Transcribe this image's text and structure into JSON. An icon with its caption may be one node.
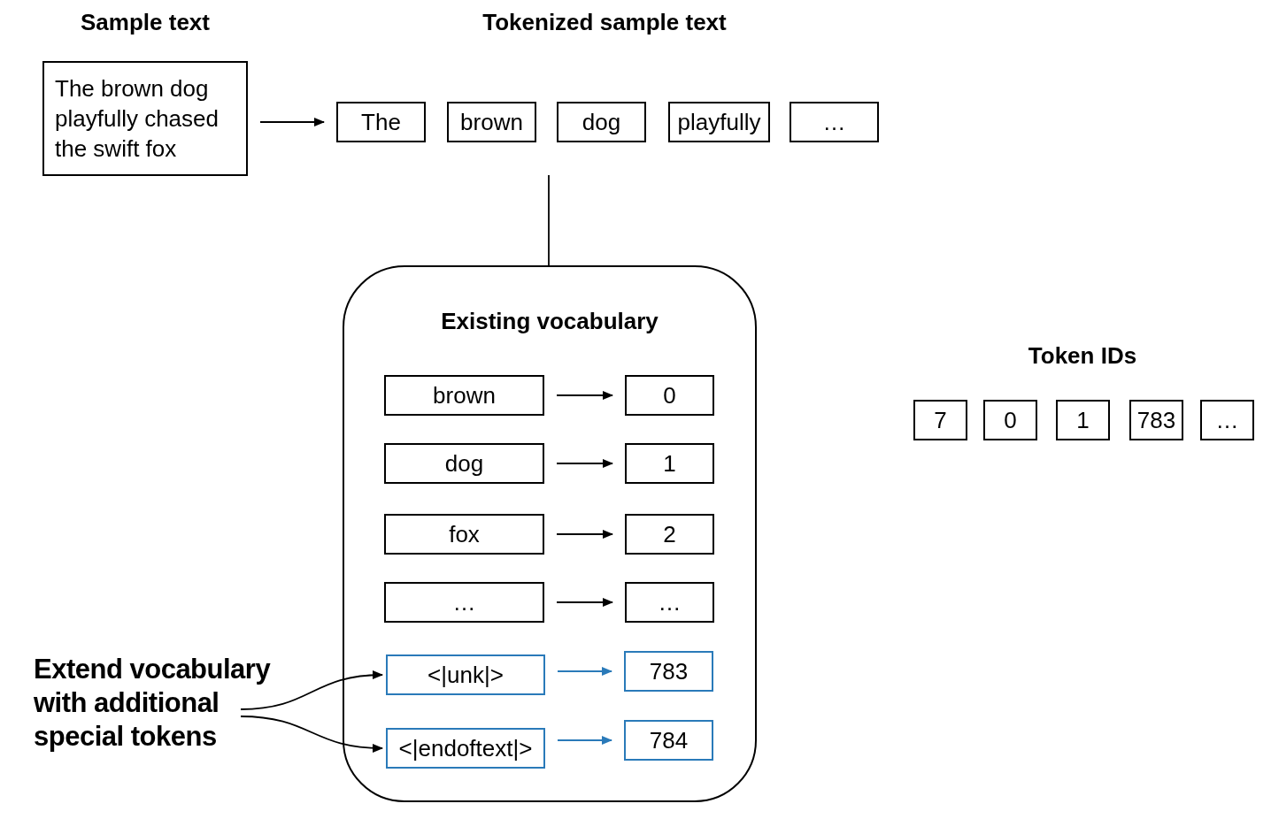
{
  "diagram": {
    "nodes": [
      {
        "text": [
          "Sample text",
          "The brown dog playfully chased the swift fox"
        ]
      },
      {
        "text": [
          "The"
        ]
      },
      {
        "text": [
          "brown"
        ]
      },
      {
        "text": [
          "dog"
        ]
      },
      {
        "text": [
          "playfully"
        ]
      },
      {
        "text": [
          "…"
        ]
      },
      {
        "text": [
          "Existing vocabulary"
        ]
      },
      {
        "text": [
          "brown"
        ],
        "in": 6
      },
      {
        "text": [
          "0"
        ],
        "in": 6
      },
      {
        "text": [
          "dog"
        ],
        "in": 6
      },
      {
        "text": [
          "1"
        ],
        "in": 6
      },
      {
        "text": [
          "fox"
        ],
        "in": 6
      },
      {
        "text": [
          "2"
        ],
        "in": 6
      },
      {
        "text": [
          "…"
        ],
        "in": 6
      },
      {
        "text": [
          "…"
        ],
        "in": 6
      },
      {
        "text": [
          "<|unk|>"
        ],
        "in": 6
      },
      {
        "text": [
          "783"
        ],
        "in": 6
      },
      {
        "text": [
          "<|endoftext|>"
        ],
        "in": 6
      },
      {
        "text": [
          "784"
        ],
        "in": 6
      },
      {
        "text": [
          "7"
        ]
      },
      {
        "text": [
          "0"
        ]
      },
      {
        "text": [
          "1"
        ]
      },
      {
        "text": [
          "783"
        ]
      },
      {
        "text": [
          "…"
        ]
      },
      {
        "text": [
          "Extend vocabulary with additional special tokens"
        ]
      }
    ],
    "edges": [
      {
        "from": 0,
        "to": 1,
        "arrow": "to"
      },
      {
        "from": null,
        "to": 6,
        "arrow": "none"
      },
      {
        "from": 7,
        "to": 8,
        "arrow": "to"
      },
      {
        "from": 9,
        "to": 10,
        "arrow": "to"
      },
      {
        "from": 11,
        "to": 12,
        "arrow": "to"
      },
      {
        "from": 13,
        "to": 14,
        "arrow": "to"
      },
      {
        "from": 15,
        "to": 16,
        "arrow": "to",
        "color": "#2a7ab9"
      },
      {
        "from": 17,
        "to": 18,
        "arrow": "to",
        "color": "#2a7ab9"
      },
      {
        "from": 24,
        "to": 15,
        "arrow": "to"
      },
      {
        "from": 24,
        "to": 17,
        "arrow": "to"
      }
    ],
    "labels": [
      "Tokenized sample text",
      "Token IDs"
    ]
  }
}
